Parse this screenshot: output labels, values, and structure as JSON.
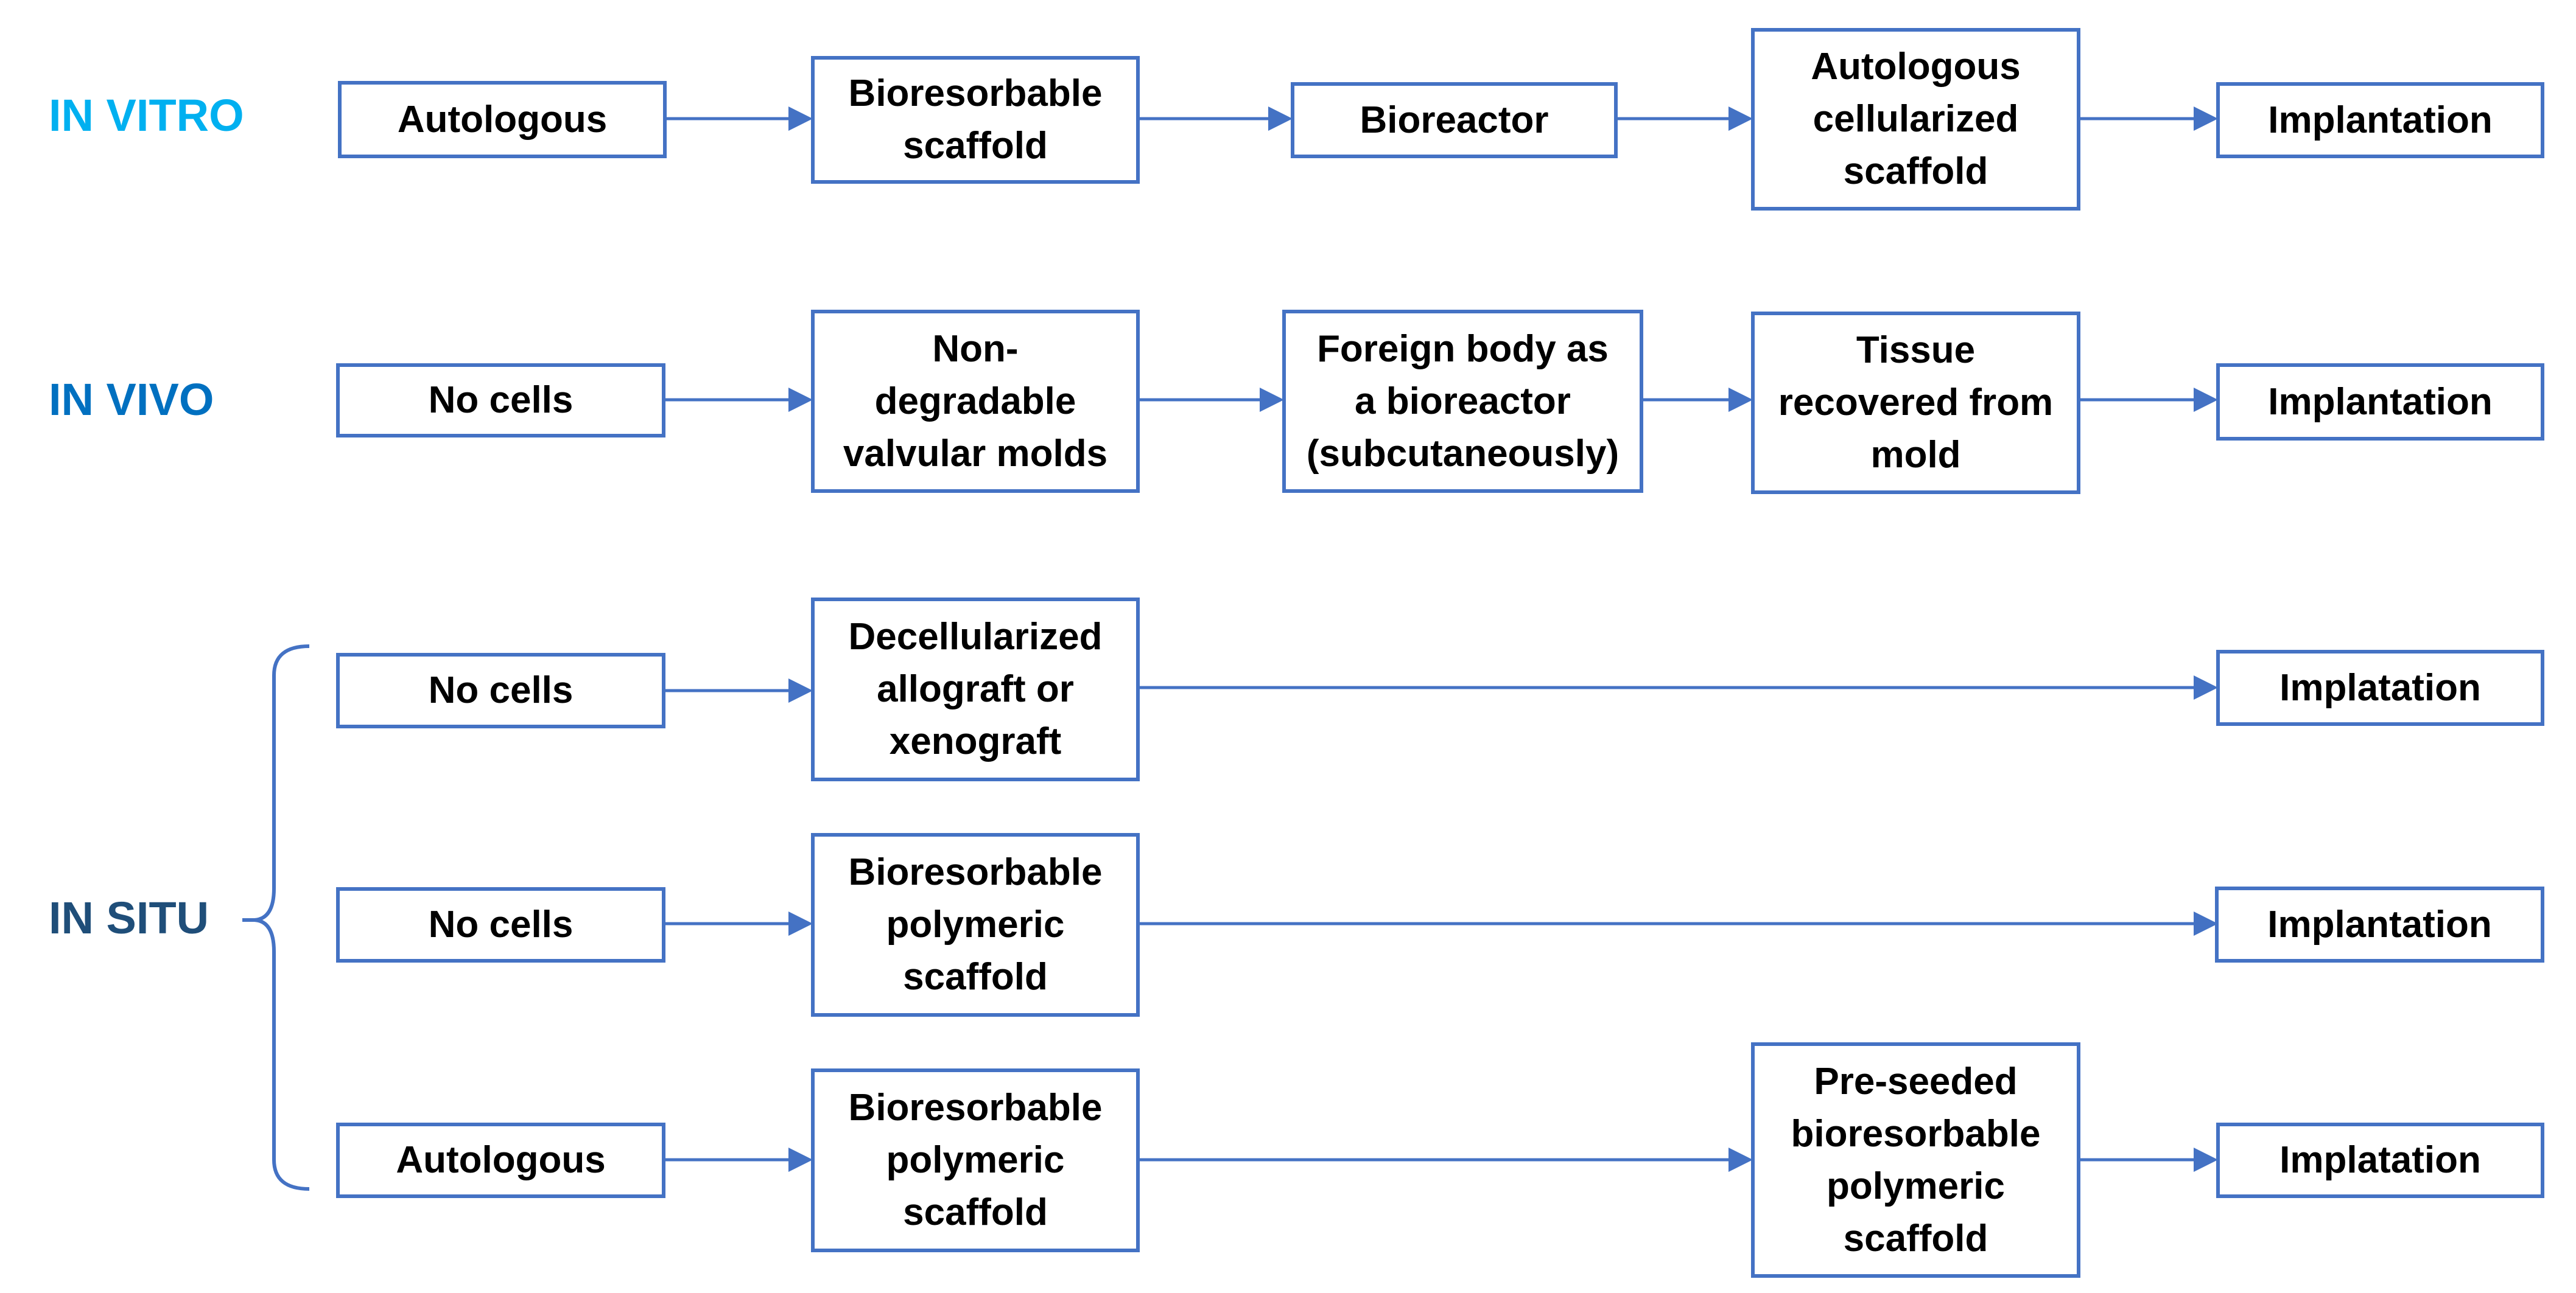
{
  "colors": {
    "in_vitro": "#00B0F0",
    "in_vivo": "#0070C0",
    "in_situ": "#1F4E79",
    "box_border": "#4472C4",
    "connector": "#4472C4"
  },
  "sections": {
    "in_vitro": "IN VITRO",
    "in_vivo": "IN VIVO",
    "in_situ": "IN SITU"
  },
  "rows": {
    "in_vitro": {
      "source": "Autologous",
      "scaffold": "Bioresorbable\nscaffold",
      "bioreactor": "Bioreactor",
      "product": "Autologous\ncellularized\nscaffold",
      "outcome": "Implantation"
    },
    "in_vivo": {
      "source": "No cells",
      "scaffold": "Non-\ndegradable\nvalvular molds",
      "bioreactor": "Foreign body as\na bioreactor\n(subcutaneously)",
      "product": "Tissue\nrecovered from\nmold",
      "outcome": "Implantation"
    },
    "in_situ_1": {
      "source": "No cells",
      "scaffold": "Decellularized\nallograft or\nxenograft",
      "outcome": "Implatation"
    },
    "in_situ_2": {
      "source": "No cells",
      "scaffold": "Bioresorbable\npolymeric\nscaffold",
      "outcome": "Implantation"
    },
    "in_situ_3": {
      "source": "Autologous",
      "scaffold": "Bioresorbable\npolymeric\nscaffold",
      "product": "Pre-seeded\nbioresorbable\npolymeric\nscaffold",
      "outcome": "Implatation"
    }
  }
}
